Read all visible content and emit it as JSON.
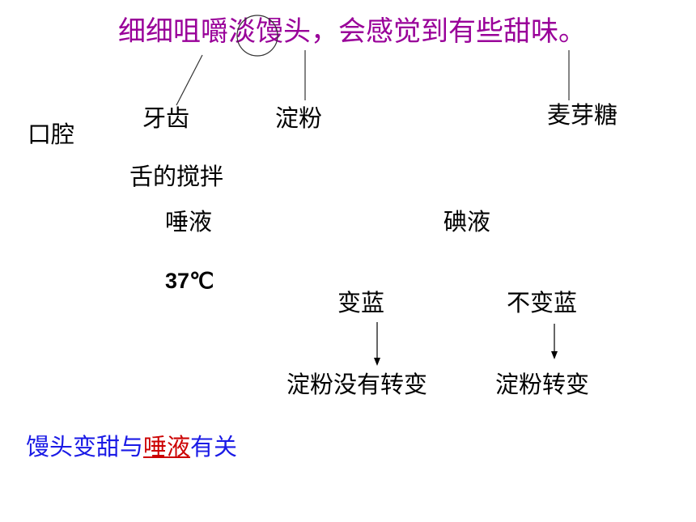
{
  "title": "细细咀嚼淡馒头，会感觉到有些甜味。",
  "labels": {
    "oral_cavity": "口腔",
    "teeth": "牙齿",
    "starch": "淀粉",
    "maltose": "麦芽糖",
    "tongue_mixing": "舌的搅拌",
    "saliva": "唾液",
    "iodine": "碘液",
    "temperature": "37℃",
    "turns_blue": "变蓝",
    "not_blue": "不变蓝",
    "starch_unchanged": "淀粉没有转变",
    "starch_changed": "淀粉转变"
  },
  "conclusion": {
    "prefix": "馒头变甜与",
    "highlight": "唾液",
    "suffix": "有关"
  },
  "colors": {
    "title": "#990099",
    "conclusion": "#1a1ae6",
    "highlight": "#cc0000",
    "text": "#000000"
  }
}
